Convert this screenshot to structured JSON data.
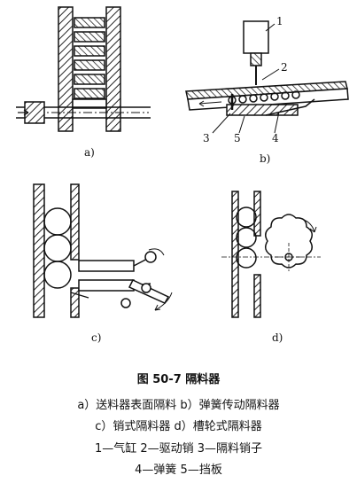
{
  "figure": {
    "sub_labels": {
      "a": "a)",
      "b": "b)",
      "c": "c)",
      "d": "d)"
    },
    "part_numbers": {
      "p1": "1",
      "p2": "2",
      "p3": "3",
      "p4": "4",
      "p5": "5"
    }
  },
  "caption": {
    "title": "图 50-7   隔料器",
    "line1": "a）送料器表面隔料   b）弹簧传动隔料器",
    "line2": "c）销式隔料器   d）槽轮式隔料器",
    "line3": "1—气缸   2—驱动销   3—隔料销子",
    "line4": "4—弹簧   5—挡板"
  }
}
